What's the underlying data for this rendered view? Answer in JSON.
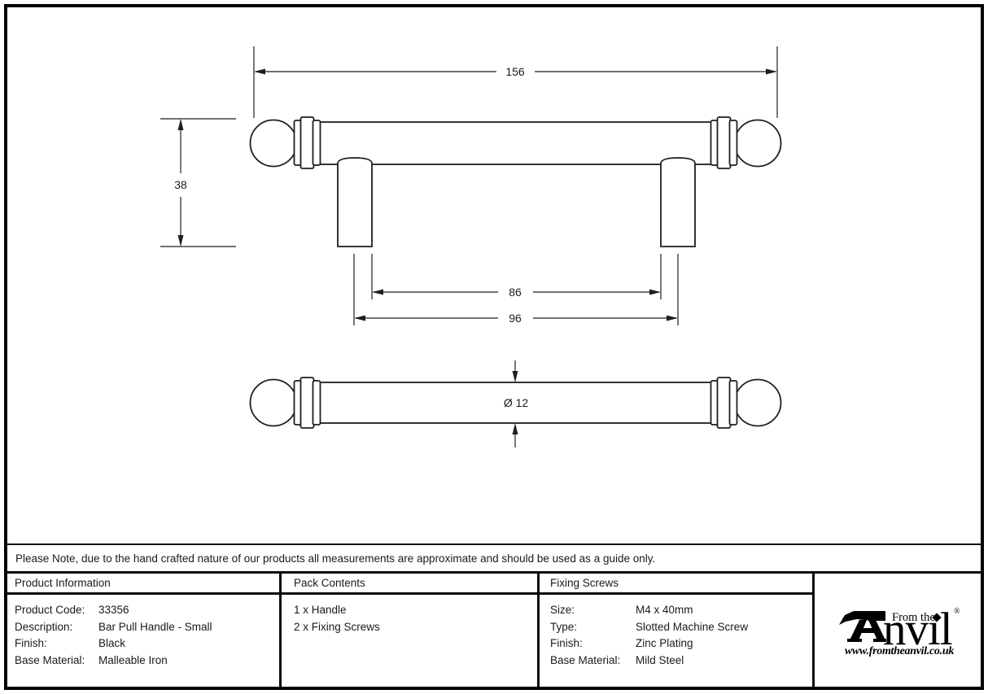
{
  "drawing": {
    "length": "156",
    "height": "38",
    "inner_span": "86",
    "fixing_centres": "96",
    "diameter": "Ø 12"
  },
  "note": "Please Note, due to the hand crafted nature of our products all measurements are approximate and should be used as a guide only.",
  "product_information": {
    "header": "Product Information",
    "rows": [
      {
        "label": "Product Code:",
        "value": "33356"
      },
      {
        "label": "Description:",
        "value": "Bar Pull Handle - Small"
      },
      {
        "label": "Finish:",
        "value": "Black"
      },
      {
        "label": "Base Material:",
        "value": "Malleable Iron"
      }
    ]
  },
  "pack_contents": {
    "header": "Pack Contents",
    "items": [
      "1 x Handle",
      "2 x Fixing Screws"
    ]
  },
  "fixing_screws": {
    "header": "Fixing Screws",
    "rows": [
      {
        "label": "Size:",
        "value": "M4 x 40mm"
      },
      {
        "label": "Type:",
        "value": "Slotted Machine Screw"
      },
      {
        "label": "Finish:",
        "value": "Zinc Plating"
      },
      {
        "label": "Base Material:",
        "value": "Mild Steel"
      }
    ]
  },
  "logo": {
    "tagline": "From the",
    "name_rest": "nvıl",
    "registered": "®",
    "website": "www.fromtheanvil.co.uk"
  },
  "colors": {
    "line": "#1f1f1f",
    "border": "#000000",
    "background": "#ffffff"
  }
}
